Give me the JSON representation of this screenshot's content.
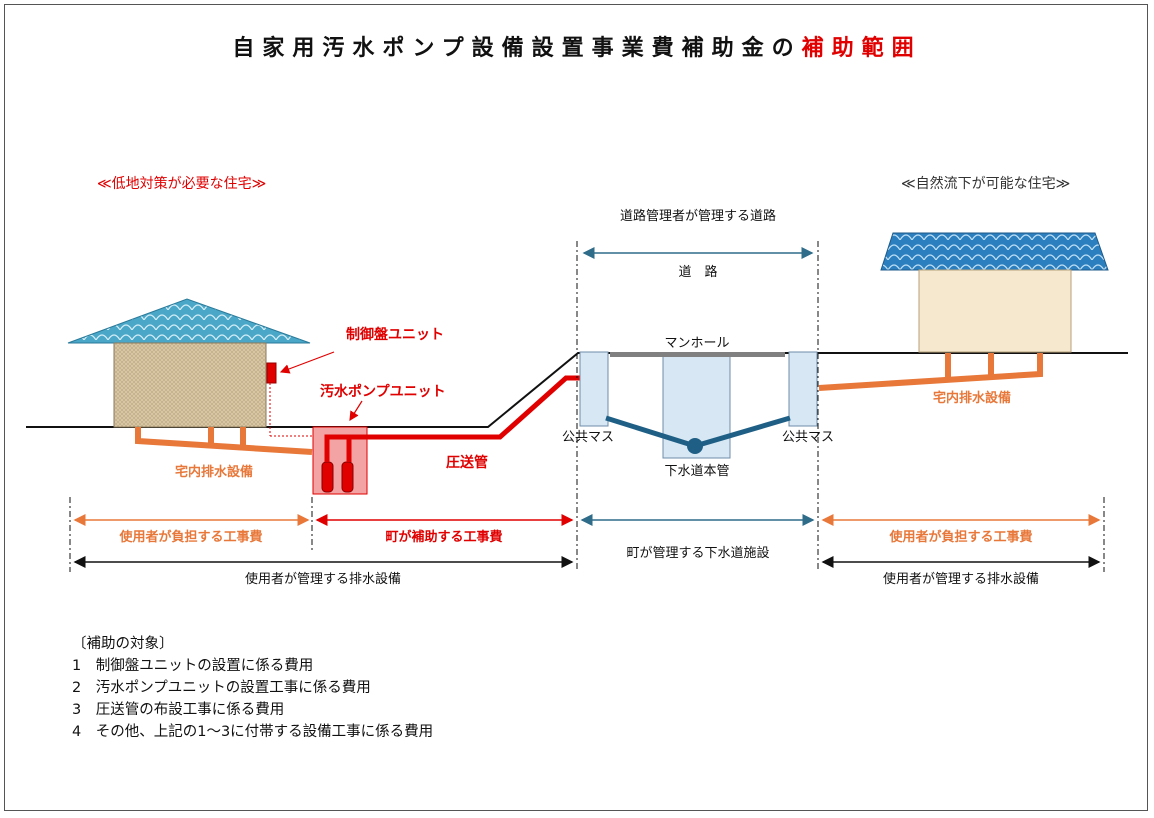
{
  "title": {
    "main": "自家用汚水ポンプ設備設置事業費補助金の",
    "highlight": "補助範囲"
  },
  "colors": {
    "red": "#e00000",
    "orange": "#e8783a",
    "blue": "#1f5f86",
    "teal": "#2f6c8a",
    "black": "#111111"
  },
  "labels": {
    "left_house": "≪低地対策が必要な住宅≫",
    "right_house": "≪自然流下が可能な住宅≫",
    "road_manager": "道路管理者が管理する道路",
    "road": "道　路",
    "manhole": "マンホール",
    "control_panel": "制御盤ユニット",
    "pump_unit": "汚水ポンプユニット",
    "pressure_pipe": "圧送管",
    "public_basin_left": "公共マス",
    "public_basin_right": "公共マス",
    "sewer_main": "下水道本管",
    "indoor_drain_left": "宅内排水設備",
    "indoor_drain_right": "宅内排水設備"
  },
  "ranges": {
    "user_cost_left": "使用者が負担する工事費",
    "town_subsidy": "町が補助する工事費",
    "town_sewer": "町が管理する下水道施設",
    "user_cost_right": "使用者が負担する工事費",
    "user_drain_left": "使用者が管理する排水設備",
    "user_drain_right": "使用者が管理する排水設備"
  },
  "subsidy": {
    "heading": "〔補助の対象〕",
    "items": [
      "1　制御盤ユニットの設置に係る費用",
      "2　汚水ポンプユニットの設置工事に係る費用",
      "3　圧送管の布設工事に係る費用",
      "4　その他、上記の1～3に付帯する設備工事に係る費用"
    ]
  }
}
